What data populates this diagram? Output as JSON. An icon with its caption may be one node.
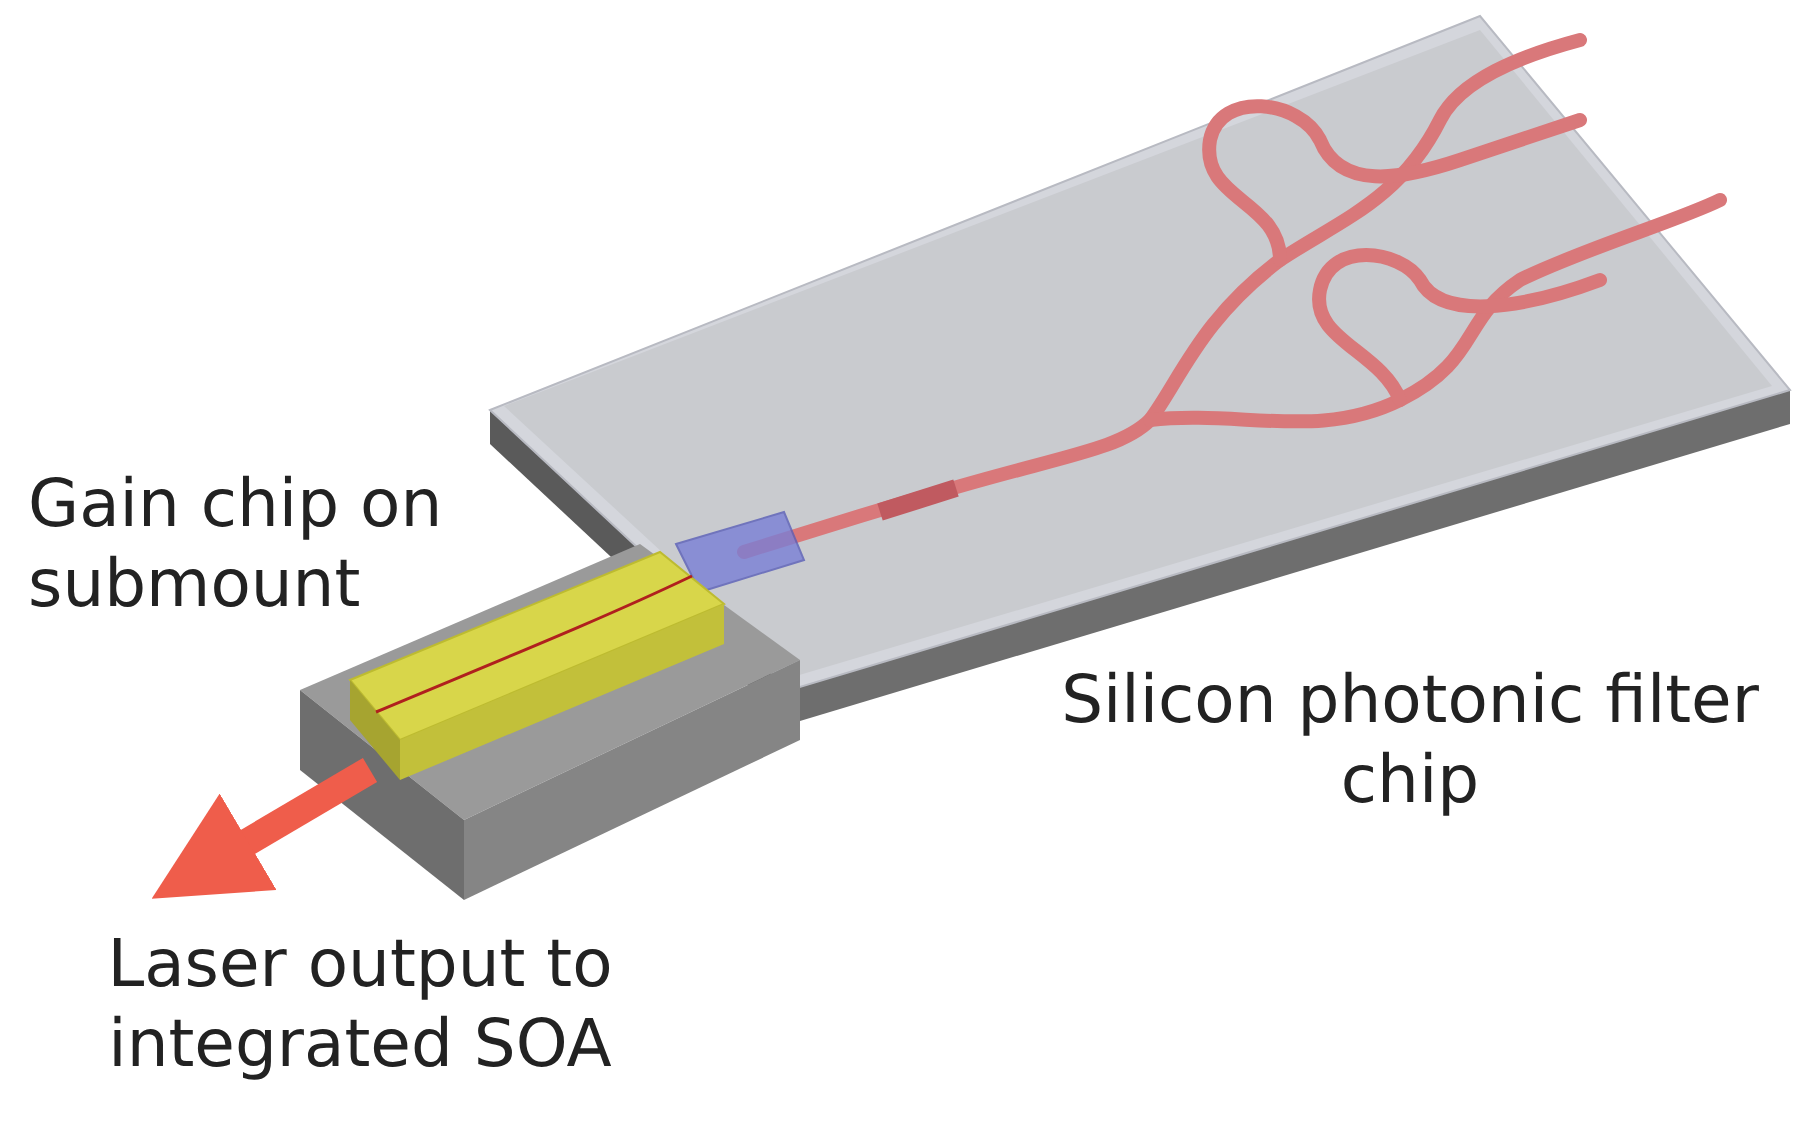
{
  "diagram": {
    "labels": [
      "Gain chip on submount",
      "Silicon photonic filter chip",
      "Laser output to integrated SOA"
    ]
  }
}
